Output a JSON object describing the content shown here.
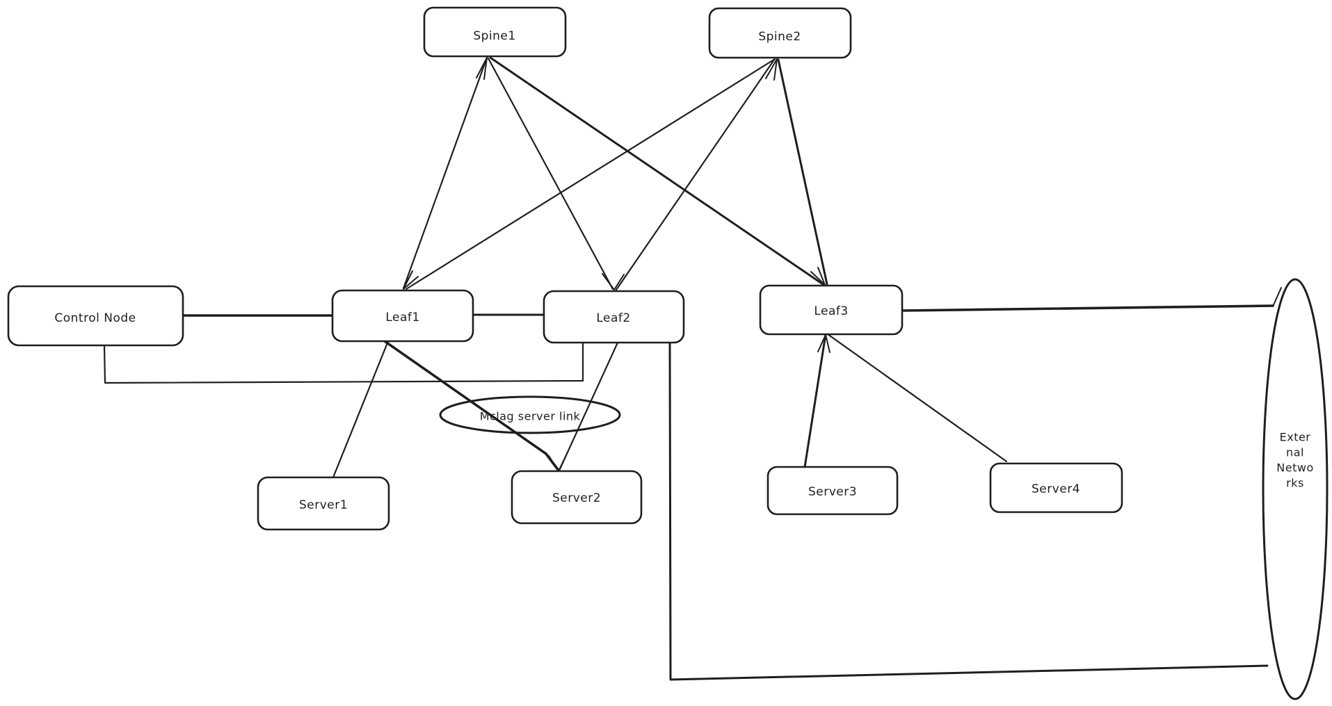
{
  "diagram": {
    "type": "network-topology",
    "style": {
      "stroke_color": "#1e1e1e",
      "background_color": "#ffffff",
      "look": "hand-drawn"
    },
    "nodes": {
      "spine1": {
        "label": "Spine1",
        "shape": "rectangle"
      },
      "spine2": {
        "label": "Spine2",
        "shape": "rectangle"
      },
      "control": {
        "label": "Control Node",
        "shape": "rectangle"
      },
      "leaf1": {
        "label": "Leaf1",
        "shape": "rectangle"
      },
      "leaf2": {
        "label": "Leaf2",
        "shape": "rectangle"
      },
      "leaf3": {
        "label": "Leaf3",
        "shape": "rectangle"
      },
      "server1": {
        "label": "Server1",
        "shape": "rectangle"
      },
      "server2": {
        "label": "Server2",
        "shape": "rectangle"
      },
      "server3": {
        "label": "Server3",
        "shape": "rectangle"
      },
      "server4": {
        "label": "Server4",
        "shape": "rectangle"
      },
      "mclag": {
        "label": "Mclag server link",
        "shape": "ellipse"
      },
      "external": {
        "label": "External Networks",
        "shape": "ellipse",
        "lines": [
          "Exter",
          "nal",
          "Netwo",
          "rks"
        ]
      }
    },
    "edges": [
      {
        "from": "spine1",
        "to": "leaf1"
      },
      {
        "from": "spine1",
        "to": "leaf2"
      },
      {
        "from": "spine1",
        "to": "leaf3"
      },
      {
        "from": "spine2",
        "to": "leaf1"
      },
      {
        "from": "spine2",
        "to": "leaf2"
      },
      {
        "from": "spine2",
        "to": "leaf3"
      },
      {
        "from": "control",
        "to": "leaf1"
      },
      {
        "from": "control",
        "to": "leaf2"
      },
      {
        "from": "leaf1",
        "to": "leaf2"
      },
      {
        "from": "leaf1",
        "to": "server1"
      },
      {
        "from": "leaf1",
        "to": "server2",
        "via_label": "mclag"
      },
      {
        "from": "leaf2",
        "to": "server2",
        "via_label": "mclag"
      },
      {
        "from": "leaf3",
        "to": "server3"
      },
      {
        "from": "leaf3",
        "to": "server4"
      },
      {
        "from": "leaf3",
        "to": "external"
      },
      {
        "from": "leaf2",
        "to": "external"
      }
    ]
  }
}
